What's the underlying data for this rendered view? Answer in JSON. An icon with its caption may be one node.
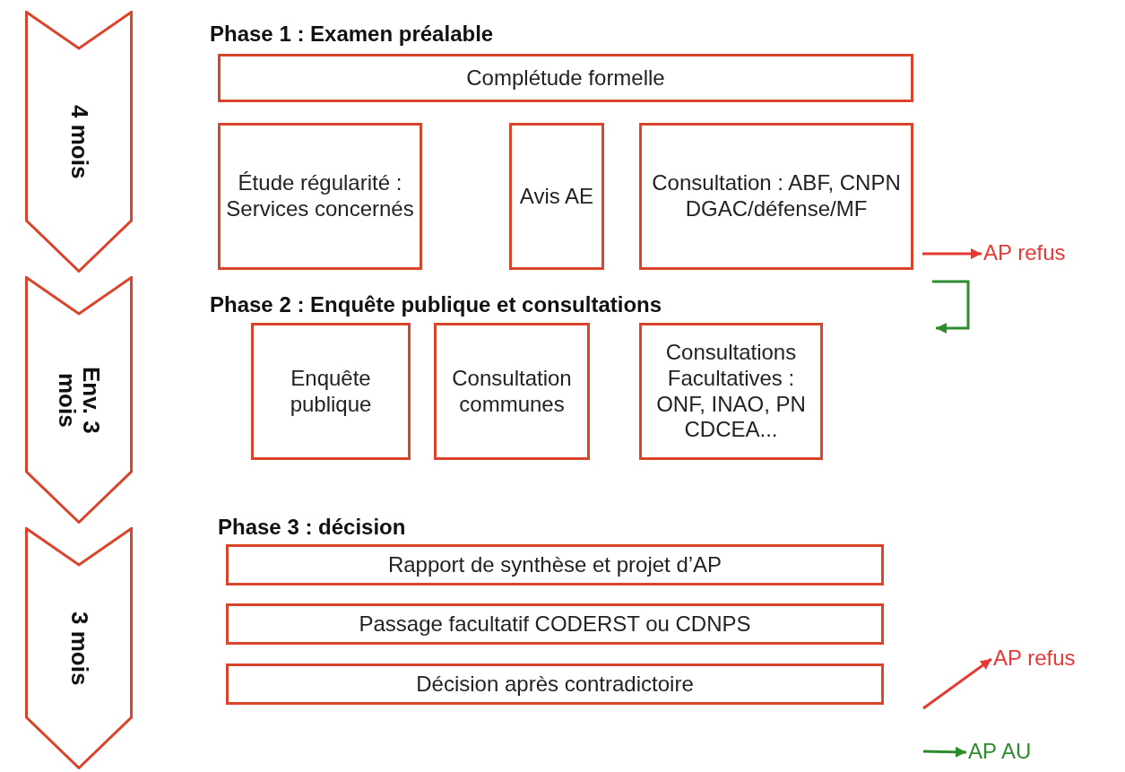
{
  "diagram": {
    "nodes": [
      {
        "text": [
          "4 mois"
        ]
      },
      {
        "text": [
          "Complétude formelle"
        ]
      },
      {
        "text": [
          "Étude régularité : Services concernés"
        ]
      },
      {
        "text": [
          "Avis AE"
        ]
      },
      {
        "text": [
          "Consultation : ABF, CNPN DGAC/défense/MF"
        ]
      },
      {
        "text": [
          "AP refus"
        ]
      },
      {
        "text": [
          "Env. 3 mois"
        ]
      },
      {
        "text": [
          "Enquête publique"
        ]
      },
      {
        "text": [
          "Consultation communes"
        ]
      },
      {
        "text": [
          "Consultations Facultatives : ONF, INAO, PN CDCEA..."
        ]
      },
      {
        "text": [
          "3 mois"
        ]
      },
      {
        "text": [
          "Rapport de synthèse et projet d’AP"
        ]
      },
      {
        "text": [
          "Passage facultatif CODERST ou CDNPS"
        ]
      },
      {
        "text": [
          "Décision après contradictoire"
        ]
      },
      {
        "text": [
          "AP refus"
        ]
      },
      {
        "text": [
          "AP AU"
        ]
      }
    ],
    "edges": [
      {
        "from": 4,
        "to": 5,
        "arrow": "to"
      },
      {
        "from": null,
        "to": 14,
        "arrow": "to"
      },
      {
        "from": null,
        "to": 15,
        "arrow": "to",
        "color": "#2e8b2e"
      }
    ],
    "labels": [
      "Phase 1 : Examen préalable",
      "Phase 2 : Enquête publique et consultations",
      "Phase 3 : décision"
    ]
  }
}
